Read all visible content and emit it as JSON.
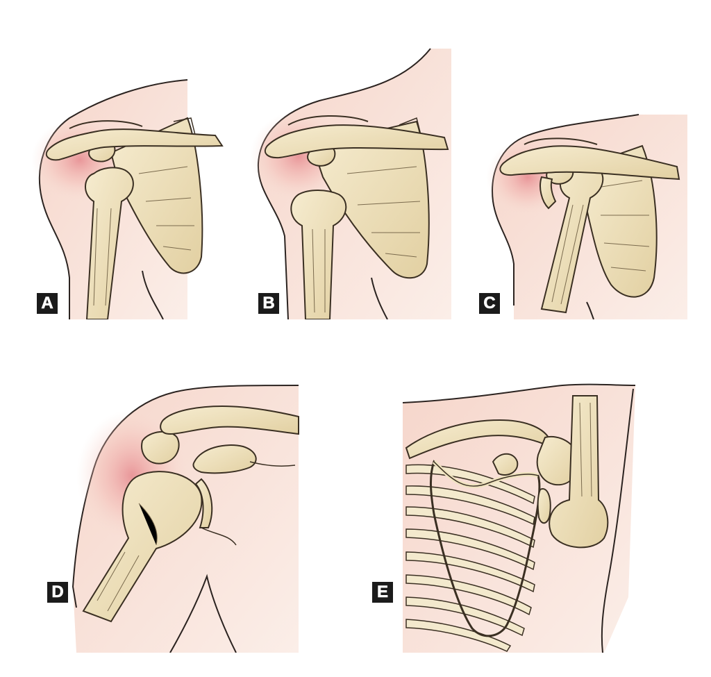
{
  "colors": {
    "bone_fill": "#efe3bf",
    "bone_outline": "#3a2f22",
    "skin_tint": "#f7dcd2",
    "inflammation": "#e9959a",
    "badge_bg": "#1b1b1b",
    "badge_text": "#ffffff"
  },
  "panels": [
    {
      "id": "A",
      "label": "A"
    },
    {
      "id": "B",
      "label": "B"
    },
    {
      "id": "C",
      "label": "C"
    },
    {
      "id": "D",
      "label": "D"
    },
    {
      "id": "E",
      "label": "E"
    }
  ]
}
